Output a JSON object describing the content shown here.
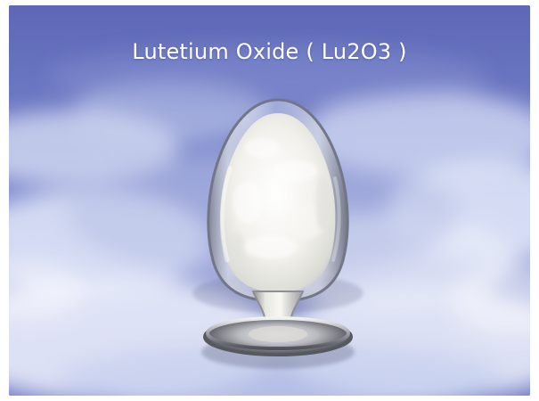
{
  "image": {
    "caption": "Lutetium Oxide ( Lu2O3 )",
    "colors": {
      "sky_deep": "#5d67b6",
      "sky_mid": "#7f8bcf",
      "cloud": "#eef1fb",
      "powder": "#f3f2ee",
      "metal": "#9ea0a9"
    },
    "objects": [
      "glass-vial",
      "white-powder",
      "metal-stand",
      "cloudy-sky-background"
    ]
  }
}
